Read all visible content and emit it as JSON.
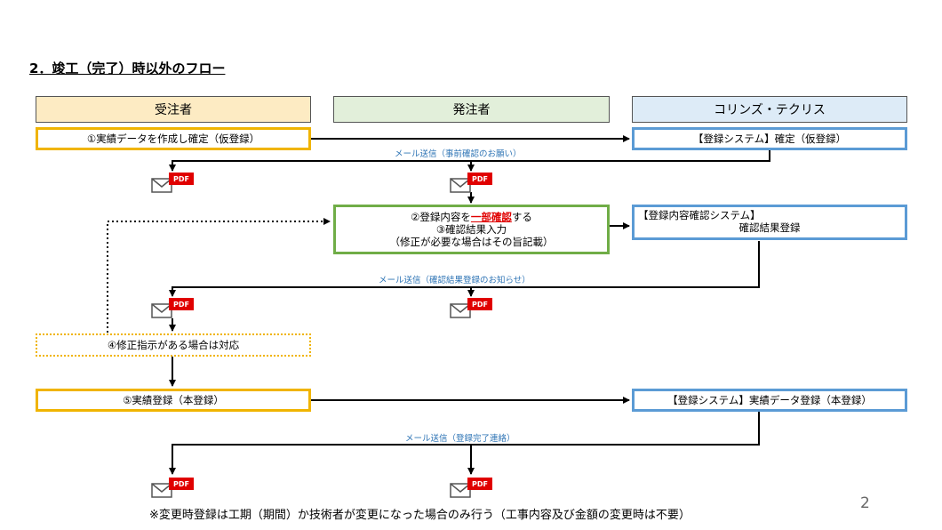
{
  "title": "2．竣工（完了）時以外のフロー",
  "lanes": {
    "contractor": "受注者",
    "client": "発注者",
    "corins": "コリンズ・テクリス"
  },
  "boxes": {
    "step1": "①実績データを作成し確定（仮登録）",
    "sys_confirm": "【登録システム】確定（仮登録）",
    "step2_pre": "②登録内容を",
    "step2_em": "一部確認",
    "step2_post": "する",
    "step3": "③確認結果入力",
    "step3_note": "（修正が必要な場合はその旨記載）",
    "check_sys_title": "【登録内容確認システム】",
    "check_sys_sub": "確認結果登録",
    "step4": "④修正指示がある場合は対応",
    "step5": "⑤実績登録（本登録）",
    "sys_register": "【登録システム】実績データ登録（本登録）"
  },
  "mail_labels": {
    "m1": "メール送信（事前確認のお願い）",
    "m2": "メール送信（確認結果登録のお知らせ）",
    "m3": "メール送信（登録完了連絡）"
  },
  "pdf_label": "PDF",
  "footnote": "※変更時登録は工期（期間）か技術者が変更になった場合のみ行う（工事内容及び金額の変更時は不要）",
  "page_number": "2",
  "colors": {
    "contractor_head": "#fdebc3",
    "client_head": "#e2efda",
    "corins_head": "#ddebf7",
    "contractor_border": "#f0b400",
    "client_border": "#70ad47",
    "corins_border": "#5b9bd5",
    "mail_label": "#2e74b5",
    "pdf_red": "#e00000"
  }
}
